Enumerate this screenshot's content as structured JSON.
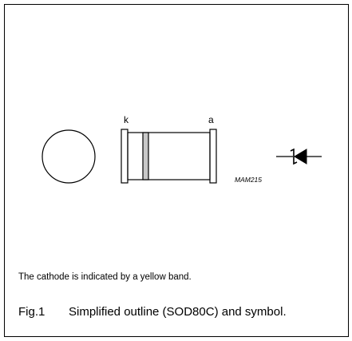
{
  "labels": {
    "cathode": "k",
    "anode": "a",
    "drawing_code": "MAM215"
  },
  "note": "The cathode is indicated by a yellow band.",
  "caption": {
    "figure": "Fig.1",
    "text": "Simplified outline (SOD80C) and symbol."
  },
  "icons": {
    "end_view": "circle-end-view",
    "side_view": "cylindrical-diode-body",
    "symbol": "diode-symbol-icon"
  },
  "colors": {
    "line": "#000000",
    "cathode_band": "#c8c8c8",
    "background": "#ffffff"
  }
}
